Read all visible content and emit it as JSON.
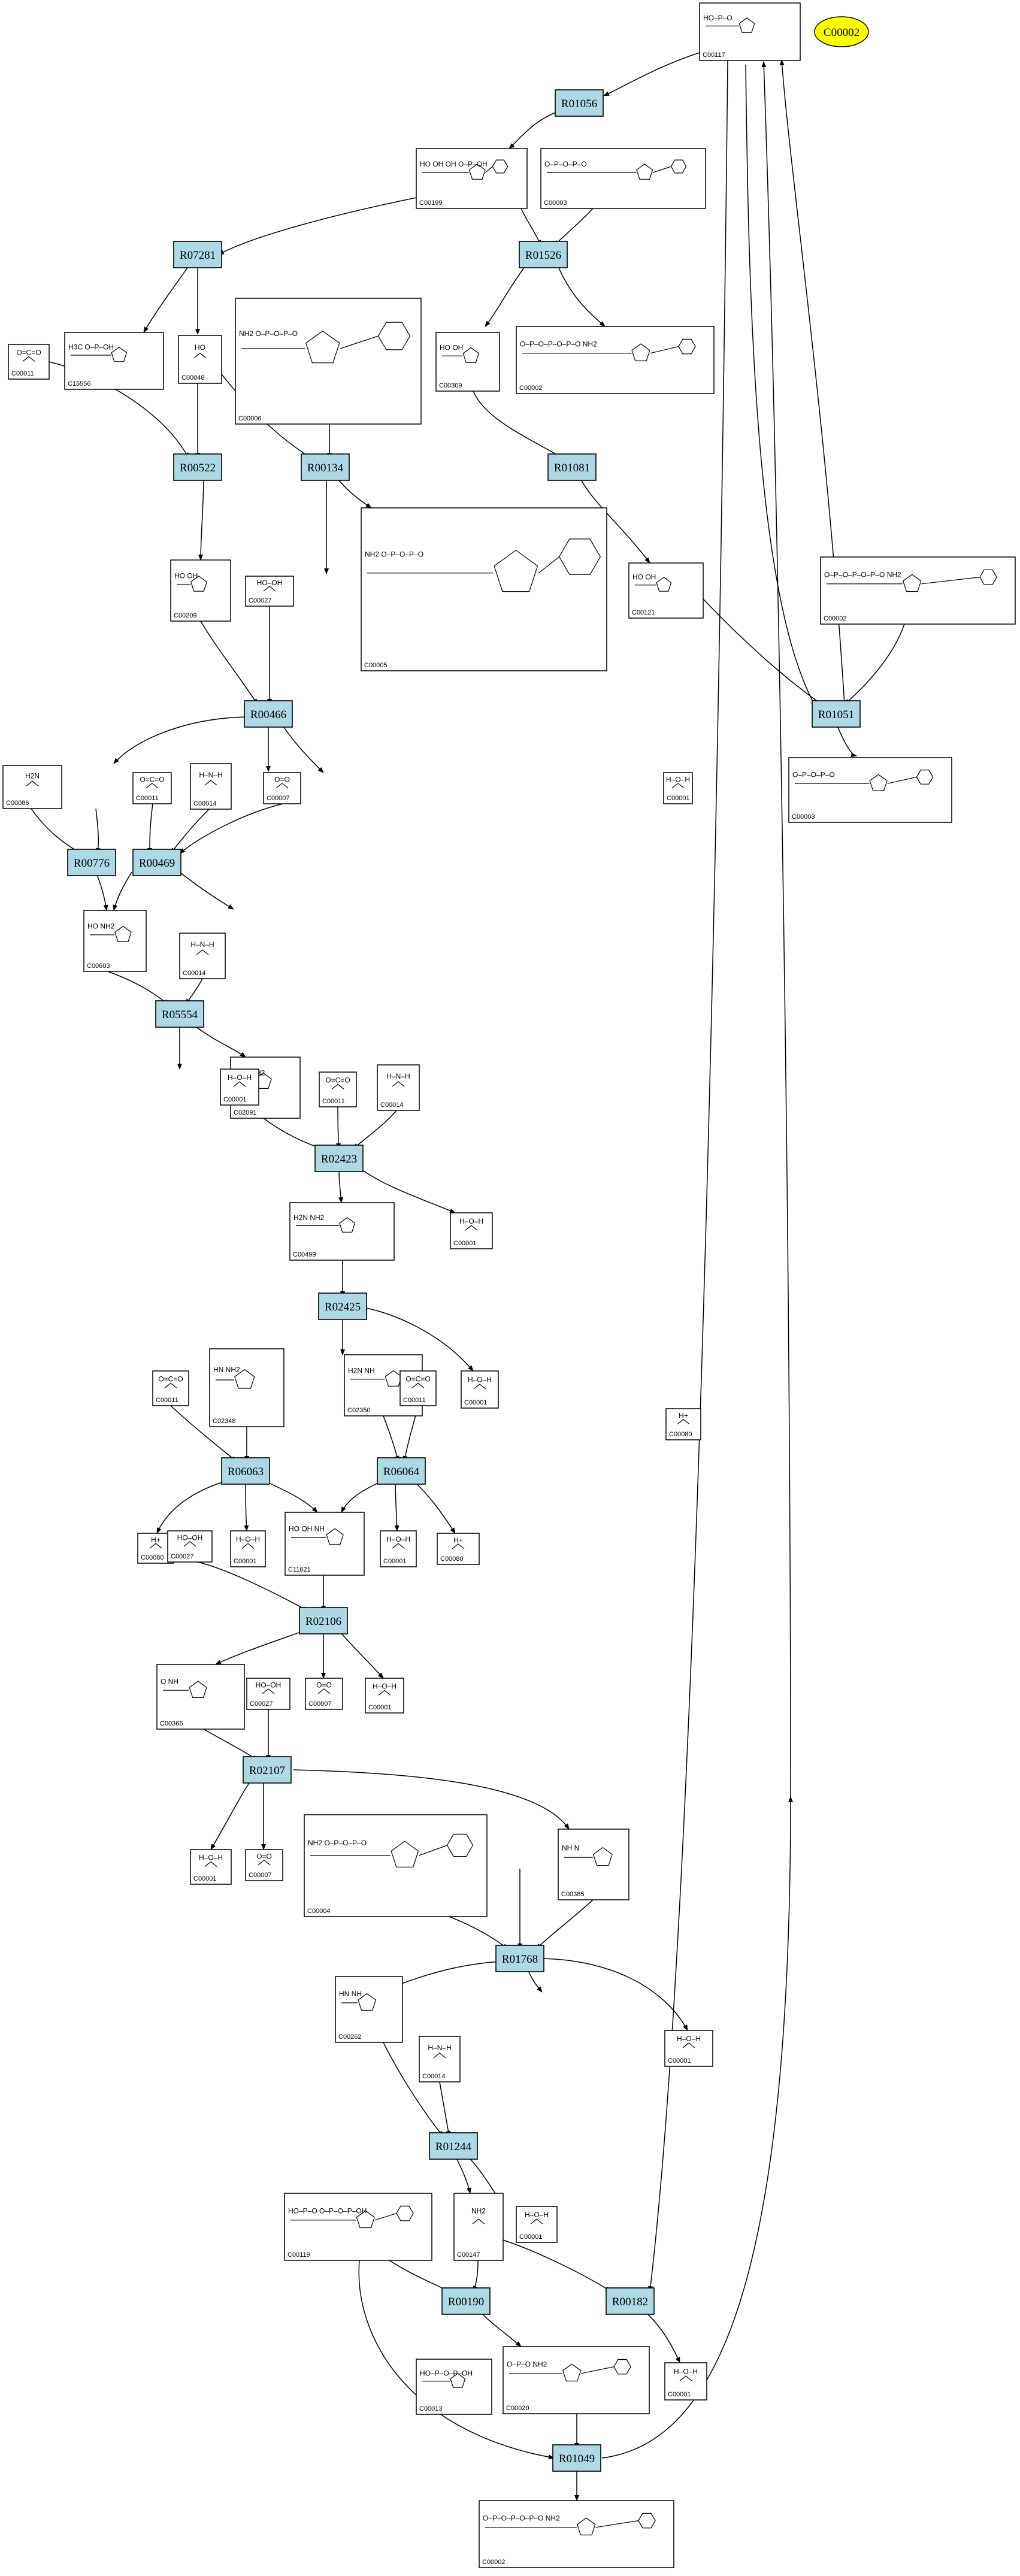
{
  "target": {
    "id": "C00002"
  },
  "reactions": [
    {
      "id": "R01056"
    },
    {
      "id": "R01526"
    },
    {
      "id": "R07281"
    },
    {
      "id": "R00522"
    },
    {
      "id": "R00134"
    },
    {
      "id": "R01081"
    },
    {
      "id": "R00466"
    },
    {
      "id": "R01051"
    },
    {
      "id": "R00776"
    },
    {
      "id": "R00469"
    },
    {
      "id": "R05554"
    },
    {
      "id": "R02423"
    },
    {
      "id": "R02425"
    },
    {
      "id": "R06063"
    },
    {
      "id": "R06064"
    },
    {
      "id": "R02106"
    },
    {
      "id": "R02107"
    },
    {
      "id": "R01768"
    },
    {
      "id": "R01244"
    },
    {
      "id": "R00190"
    },
    {
      "id": "R00182"
    },
    {
      "id": "R01049"
    }
  ],
  "compounds": [
    {
      "id": "C00117",
      "frag": "HO–P–O"
    },
    {
      "id": "C00199",
      "frag": "HO  OH  OH  O–P–OH"
    },
    {
      "id": "C00003",
      "frag": "O–P–O–P–O"
    },
    {
      "id": "C00011",
      "frag": "O=C=O"
    },
    {
      "id": "C15556",
      "frag": "H3C  O–P–OH"
    },
    {
      "id": "C00048",
      "frag": "HO  H"
    },
    {
      "id": "C00006",
      "frag": "NH2  O–P–O–P–O"
    },
    {
      "id": "C00309",
      "frag": "HO  OH"
    },
    {
      "id": "C00002",
      "frag": "O–P–O–P–O–P–O  NH2"
    },
    {
      "id": "C00209",
      "frag": "HO  OH"
    },
    {
      "id": "C00027",
      "frag": "HO–OH"
    },
    {
      "id": "C00005",
      "frag": "NH2  O–P–O–P–O"
    },
    {
      "id": "C00121",
      "frag": "HO  OH"
    },
    {
      "id": "C00086",
      "frag": "H2N  NH2"
    },
    {
      "id": "C00014",
      "frag": "H–N–H"
    },
    {
      "id": "C00007",
      "frag": "O=O"
    },
    {
      "id": "C00001",
      "frag": "H–O–H"
    },
    {
      "id": "C00603",
      "frag": "HO  NH2"
    },
    {
      "id": "C02091",
      "frag": "H2N  NH2"
    },
    {
      "id": "C00499",
      "frag": "H2N  NH2"
    },
    {
      "id": "C02350",
      "frag": "H2N  NH"
    },
    {
      "id": "C02348",
      "frag": "HN  NH2"
    },
    {
      "id": "C00080",
      "frag": "H+"
    },
    {
      "id": "C11821",
      "frag": "HO  OH  NH"
    },
    {
      "id": "C00366",
      "frag": "O  NH"
    },
    {
      "id": "C00004",
      "frag": "NH2  O–P–O–P–O"
    },
    {
      "id": "C00385",
      "frag": "NH  N"
    },
    {
      "id": "C00262",
      "frag": "HN  NH"
    },
    {
      "id": "C00119",
      "frag": "HO–P–O  O–P–O–P–OH"
    },
    {
      "id": "C00147",
      "frag": "NH2  N"
    },
    {
      "id": "C00020",
      "frag": "O–P–O  NH2"
    },
    {
      "id": "C00013",
      "frag": "HO–P–O–P–OH"
    }
  ]
}
